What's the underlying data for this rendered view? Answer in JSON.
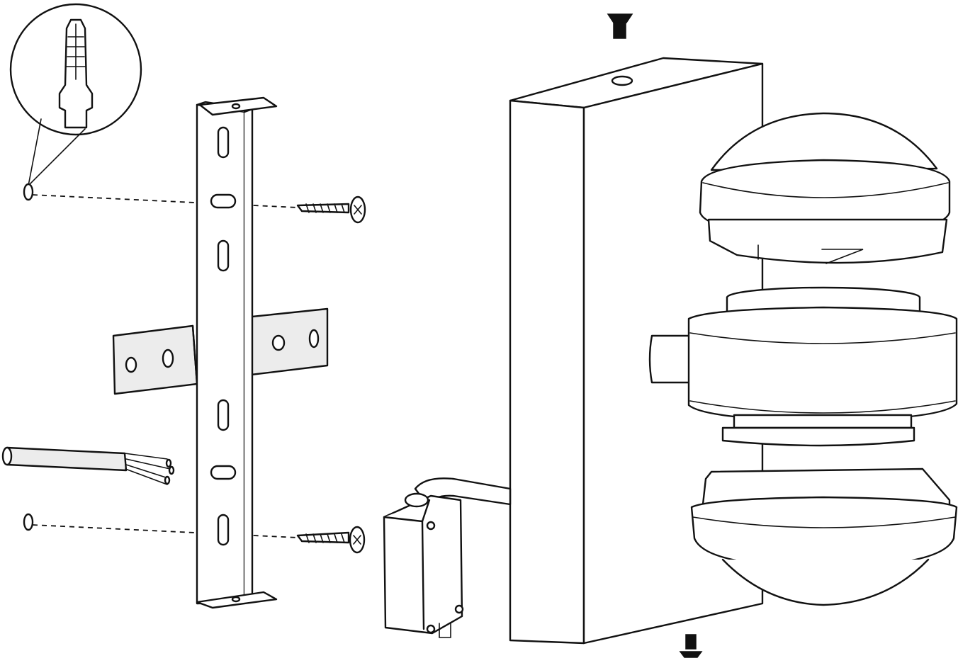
{
  "diagram": {
    "kind": "exploded-assembly-drawing",
    "parts": [
      "wall-plug",
      "mounting-bracket",
      "screw",
      "cable",
      "wall-box",
      "junction-box",
      "lamp-cover",
      "lamp-housing",
      "lamp-base",
      "cap-screw"
    ],
    "colors": {
      "line": "#111111",
      "background": "#ffffff",
      "shade": "#ececec"
    }
  }
}
